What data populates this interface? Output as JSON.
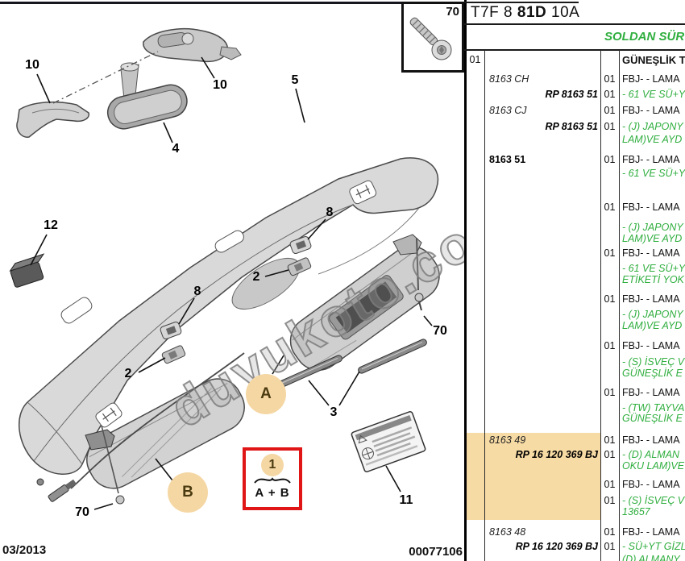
{
  "page": {
    "date": "03/2013",
    "doc_number": "00077106",
    "watermark": "duyukoto.com"
  },
  "header": {
    "title_prefix": "T7F 8 ",
    "title_code": "81D",
    "title_suffix": " 10A",
    "drive_banner": "SOLDAN SÜR",
    "col_item": "01",
    "col_desc": "GÜNEŞLİK T"
  },
  "diagram": {
    "screw_box_label": "70",
    "assembly_box": {
      "number": "1",
      "formula": "A + B"
    },
    "callouts": [
      {
        "id": "10-left",
        "text": "10"
      },
      {
        "id": "4",
        "text": "4"
      },
      {
        "id": "10-right",
        "text": "10"
      },
      {
        "id": "5",
        "text": "5"
      },
      {
        "id": "12",
        "text": "12"
      },
      {
        "id": "8-upper",
        "text": "8"
      },
      {
        "id": "2-upper",
        "text": "2"
      },
      {
        "id": "8-lower",
        "text": "8"
      },
      {
        "id": "2-lower",
        "text": "2"
      },
      {
        "id": "70-visor-a",
        "text": "70"
      },
      {
        "id": "3",
        "text": "3"
      },
      {
        "id": "70-visor-b",
        "text": "70"
      },
      {
        "id": "11",
        "text": "11"
      },
      {
        "id": "A",
        "text": "A",
        "circle": true
      },
      {
        "id": "B",
        "text": "B",
        "circle": true
      }
    ]
  },
  "table": {
    "lines": [
      {
        "part": "8163 CH",
        "part_style": "italic",
        "qty": "01",
        "desc": "FBJ- - LAMA",
        "green": false,
        "highlight": false
      },
      {
        "part": "RP 8163 51",
        "part_style": "bold-italic",
        "qty": "01",
        "desc": "- 61 VE SÜ+Y",
        "green": true,
        "highlight": false
      },
      {
        "part": "8163 CJ",
        "part_style": "italic",
        "qty": "01",
        "desc": "FBJ- - LAMA",
        "green": false,
        "highlight": false
      },
      {
        "part": "RP 8163 51",
        "part_style": "bold-italic",
        "qty": "01",
        "desc": "- (J) JAPONY",
        "green": true,
        "highlight": false
      },
      {
        "part": "",
        "part_style": "",
        "qty": "",
        "desc": "LAM)VE AYD",
        "green": true,
        "highlight": false
      },
      {
        "part": "8163 51",
        "part_style": "bold",
        "qty": "01",
        "desc": "FBJ- - LAMA",
        "green": false,
        "highlight": false
      },
      {
        "part": "",
        "part_style": "",
        "qty": "",
        "desc": "- 61 VE SÜ+Y",
        "green": true,
        "highlight": false
      },
      {
        "part": "",
        "part_style": "",
        "qty": "01",
        "desc": "FBJ- - LAMA",
        "green": false,
        "highlight": false
      },
      {
        "part": "",
        "part_style": "",
        "qty": "",
        "desc": "- (J) JAPONY",
        "green": true,
        "highlight": false
      },
      {
        "part": "",
        "part_style": "",
        "qty": "",
        "desc": "LAM)VE AYD",
        "green": true,
        "highlight": false
      },
      {
        "part": "",
        "part_style": "",
        "qty": "01",
        "desc": "FBJ- - LAMA",
        "green": false,
        "highlight": false
      },
      {
        "part": "",
        "part_style": "",
        "qty": "",
        "desc": "- 61 VE SÜ+Y",
        "green": true,
        "highlight": false
      },
      {
        "part": "",
        "part_style": "",
        "qty": "",
        "desc": "ETİKETİ YOK",
        "green": true,
        "highlight": false
      },
      {
        "part": "",
        "part_style": "",
        "qty": "01",
        "desc": "FBJ- - LAMA",
        "green": false,
        "highlight": false
      },
      {
        "part": "",
        "part_style": "",
        "qty": "",
        "desc": "- (J) JAPONY",
        "green": true,
        "highlight": false
      },
      {
        "part": "",
        "part_style": "",
        "qty": "",
        "desc": "LAM)VE AYD",
        "green": true,
        "highlight": false
      },
      {
        "part": "",
        "part_style": "",
        "qty": "01",
        "desc": "FBJ- - LAMA",
        "green": false,
        "highlight": false
      },
      {
        "part": "",
        "part_style": "",
        "qty": "",
        "desc": "- (S) İSVEÇ V",
        "green": true,
        "highlight": false
      },
      {
        "part": "",
        "part_style": "",
        "qty": "",
        "desc": "GÜNEŞLİK E",
        "green": true,
        "highlight": false
      },
      {
        "part": "",
        "part_style": "",
        "qty": "01",
        "desc": "FBJ- - LAMA",
        "green": false,
        "highlight": false
      },
      {
        "part": "",
        "part_style": "",
        "qty": "",
        "desc": "- (TW) TAYVA",
        "green": true,
        "highlight": false
      },
      {
        "part": "",
        "part_style": "",
        "qty": "",
        "desc": "GÜNEŞLİK E",
        "green": true,
        "highlight": false
      },
      {
        "part": "8163 49",
        "part_style": "italic",
        "qty": "01",
        "desc": "FBJ- - LAMA",
        "green": false,
        "highlight": true
      },
      {
        "part": "RP 16 120 369 BJ",
        "part_style": "bold-italic",
        "qty": "01",
        "desc": "- (D) ALMAN",
        "green": true,
        "highlight": true
      },
      {
        "part": "",
        "part_style": "",
        "qty": "",
        "desc": "OKU LAM)VE",
        "green": true,
        "highlight": true
      },
      {
        "part": "",
        "part_style": "",
        "qty": "01",
        "desc": "FBJ- - LAMA",
        "green": false,
        "highlight": true
      },
      {
        "part": "",
        "part_style": "",
        "qty": "01",
        "desc": "- (S) İSVEÇ V",
        "green": true,
        "highlight": true
      },
      {
        "part": "",
        "part_style": "",
        "qty": "",
        "desc": "13657",
        "green": true,
        "highlight": true
      },
      {
        "part": "8163 48",
        "part_style": "italic",
        "qty": "01",
        "desc": "FBJ- - LAMA",
        "green": false,
        "highlight": false
      },
      {
        "part": "RP 16 120 369 BJ",
        "part_style": "bold-italic",
        "qty": "01",
        "desc": "- SÜ+YT GİZL",
        "green": true,
        "highlight": false
      },
      {
        "part": "",
        "part_style": "",
        "qty": "",
        "desc": "(D) ALMANY",
        "green": true,
        "highlight": false
      }
    ]
  },
  "colors": {
    "green_text": "#2fae3e",
    "row_highlight": "#f7dba4",
    "callout_circle": "#f5d7a4",
    "assembly_box_red": "#e01515"
  }
}
